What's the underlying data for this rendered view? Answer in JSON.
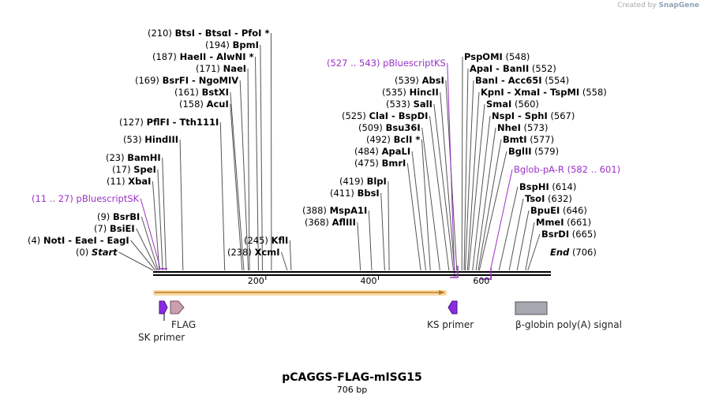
{
  "credit": {
    "prefix": "Created by",
    "brand": "SnapGene"
  },
  "title": "pCAGGS-FLAG-mISG15",
  "subtitle": "706 bp",
  "backbone_ticks": [
    {
      "label": "200",
      "pos": 200
    },
    {
      "label": "400",
      "pos": 400
    },
    {
      "label": "600",
      "pos": 600
    }
  ],
  "ends": [
    {
      "name": "Start",
      "pos_label": "(0)",
      "side": "left"
    },
    {
      "name": "End",
      "pos_label": "(706)",
      "side": "right"
    }
  ],
  "left_sites": [
    {
      "pos_label": "(210)",
      "enzymes": "BtsI  -  BtsαI  -  PfoI *",
      "pos": 210
    },
    {
      "pos_label": "(194)",
      "enzymes": "BpmI",
      "pos": 194
    },
    {
      "pos_label": "(187)",
      "enzymes": "HaeII  -  AlwNI *",
      "pos": 187
    },
    {
      "pos_label": "(171)",
      "enzymes": "NaeI",
      "pos": 171
    },
    {
      "pos_label": "(169)",
      "enzymes": "BsrFI  -  NgoMIV",
      "pos": 169
    },
    {
      "pos_label": "(161)",
      "enzymes": "BstXI",
      "pos": 161
    },
    {
      "pos_label": "(158)",
      "enzymes": "AcuI",
      "pos": 158
    },
    {
      "pos_label": "(127)",
      "enzymes": "PflFI  -  Tth111I",
      "pos": 127
    },
    {
      "pos_label": "(53)",
      "enzymes": "HindIII",
      "pos": 53
    },
    {
      "pos_label": "(23)",
      "enzymes": "BamHI",
      "pos": 23
    },
    {
      "pos_label": "(17)",
      "enzymes": "SpeI",
      "pos": 17
    },
    {
      "pos_label": "(11)",
      "enzymes": "XbaI",
      "pos": 11
    },
    {
      "pos_label": "(9)",
      "enzymes": "BsrBI",
      "pos": 9
    },
    {
      "pos_label": "(7)",
      "enzymes": "BsiEI",
      "pos": 7
    },
    {
      "pos_label": "(4)",
      "enzymes": "NotI  -  EaeI  -  EagI",
      "pos": 4
    }
  ],
  "middle_sites": [
    {
      "pos_label": "(245)",
      "enzymes": "KflI",
      "pos": 245
    },
    {
      "pos_label": "(238)",
      "enzymes": "XcmI",
      "pos": 238
    },
    {
      "pos_label": "(419)",
      "enzymes": "BlpI",
      "pos": 419
    },
    {
      "pos_label": "(411)",
      "enzymes": "BbsI",
      "pos": 411
    },
    {
      "pos_label": "(388)",
      "enzymes": "MspA1I",
      "pos": 388
    },
    {
      "pos_label": "(368)",
      "enzymes": "AflIII",
      "pos": 368
    }
  ],
  "right_sites_a": [
    {
      "pos_label": "(539)",
      "enzymes": "AbsI",
      "pos": 539
    },
    {
      "pos_label": "(535)",
      "enzymes": "HincII",
      "pos": 535
    },
    {
      "pos_label": "(533)",
      "enzymes": "SalI",
      "pos": 533
    },
    {
      "pos_label": "(525)",
      "enzymes": "ClaI  -  BspDI",
      "pos": 525
    },
    {
      "pos_label": "(509)",
      "enzymes": "Bsu36I",
      "pos": 509
    },
    {
      "pos_label": "(492)",
      "enzymes": "BclI *",
      "pos": 492
    },
    {
      "pos_label": "(484)",
      "enzymes": "ApaLI",
      "pos": 484
    },
    {
      "pos_label": "(475)",
      "enzymes": "BmrI",
      "pos": 475
    }
  ],
  "right_sites_b": [
    {
      "pos_label": "(548)",
      "enzymes": "PspOMI",
      "pos": 548
    },
    {
      "pos_label": "(552)",
      "enzymes": "ApaI  -  BanII",
      "pos": 552
    },
    {
      "pos_label": "(554)",
      "enzymes": "BanI  -  Acc65I",
      "pos": 554
    },
    {
      "pos_label": "(558)",
      "enzymes": "KpnI  -  XmaI  -  TspMI",
      "pos": 558
    },
    {
      "pos_label": "(560)",
      "enzymes": "SmaI",
      "pos": 560
    },
    {
      "pos_label": "(567)",
      "enzymes": "NspI  -  SphI",
      "pos": 567
    },
    {
      "pos_label": "(573)",
      "enzymes": "NheI",
      "pos": 573
    },
    {
      "pos_label": "(577)",
      "enzymes": "BmtI",
      "pos": 577
    },
    {
      "pos_label": "(579)",
      "enzymes": "BglII",
      "pos": 579
    },
    {
      "pos_label": "(614)",
      "enzymes": "BspHI",
      "pos": 614
    },
    {
      "pos_label": "(632)",
      "enzymes": "TsoI",
      "pos": 632
    },
    {
      "pos_label": "(646)",
      "enzymes": "BpuEI",
      "pos": 646
    },
    {
      "pos_label": "(661)",
      "enzymes": "MmeI",
      "pos": 661
    },
    {
      "pos_label": "(665)",
      "enzymes": "BsrDI",
      "pos": 665
    }
  ],
  "primer_sites": [
    {
      "name": "pBluescriptSK",
      "range_label": "(11 .. 27)",
      "start": 11,
      "end": 27
    },
    {
      "name": "pBluescriptKS",
      "range_label": "(527 .. 543)",
      "start": 527,
      "end": 543
    },
    {
      "name": "Bglob-pA-R",
      "range_label": "(582 .. 601)",
      "start": 582,
      "end": 601
    }
  ],
  "features": [
    {
      "name": "SK primer",
      "color": "#8a2be2"
    },
    {
      "name": "FLAG",
      "color": "#c9a0b0"
    },
    {
      "name": "KS primer",
      "color": "#8a2be2"
    },
    {
      "name": "β-globin poly(A) signal",
      "color": "#a6a8b0"
    }
  ],
  "colors": {
    "backbone": "#000000",
    "orf": "#f3ba6c",
    "orf_edge": "#c07a20",
    "primer_text": "#9b30c8",
    "site_line": "#666666"
  }
}
